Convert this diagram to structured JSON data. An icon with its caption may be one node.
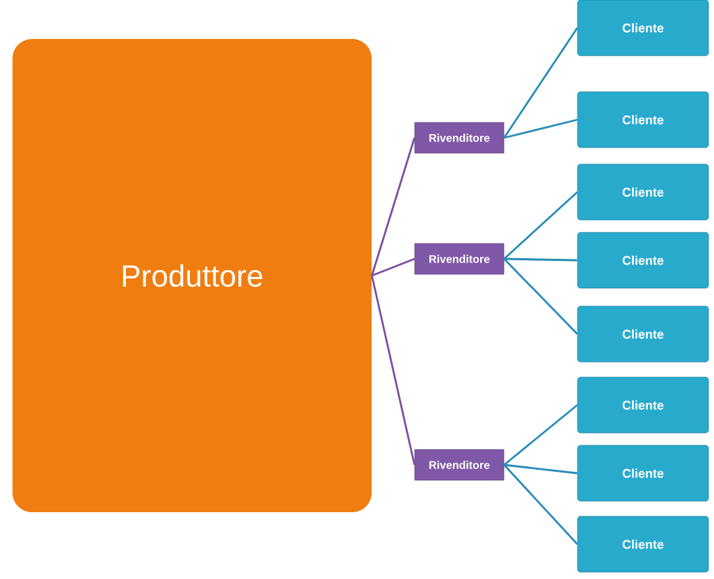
{
  "diagram": {
    "nodes": [
      {
        "text": [
          "Produttore"
        ]
      },
      {
        "text": [
          "Rivenditore"
        ]
      },
      {
        "text": [
          "Cliente"
        ]
      },
      {
        "text": [
          "Cliente"
        ]
      },
      {
        "text": [
          "Rivenditore"
        ]
      },
      {
        "text": [
          "Cliente"
        ]
      },
      {
        "text": [
          "Cliente"
        ]
      },
      {
        "text": [
          "Cliente"
        ]
      },
      {
        "text": [
          "Rivenditore"
        ]
      },
      {
        "text": [
          "Cliente"
        ]
      },
      {
        "text": [
          "Cliente"
        ]
      },
      {
        "text": [
          "Cliente"
        ]
      }
    ],
    "edges": [
      {
        "from": 0,
        "to": 1,
        "arrow": "none",
        "color": "#7b4f9e"
      },
      {
        "from": 0,
        "to": 4,
        "arrow": "none",
        "color": "#7b4f9e"
      },
      {
        "from": 0,
        "to": 8,
        "arrow": "none",
        "color": "#7b4f9e"
      },
      {
        "from": 1,
        "to": 2,
        "arrow": "none"
      },
      {
        "from": 1,
        "to": 3,
        "arrow": "none"
      },
      {
        "from": 4,
        "to": 5,
        "arrow": "none"
      },
      {
        "from": 4,
        "to": 6,
        "arrow": "none"
      },
      {
        "from": 4,
        "to": 7,
        "arrow": "none"
      },
      {
        "from": 8,
        "to": 9,
        "arrow": "none"
      },
      {
        "from": 8,
        "to": 10,
        "arrow": "none"
      },
      {
        "from": 8,
        "to": 11,
        "arrow": "none"
      }
    ]
  }
}
